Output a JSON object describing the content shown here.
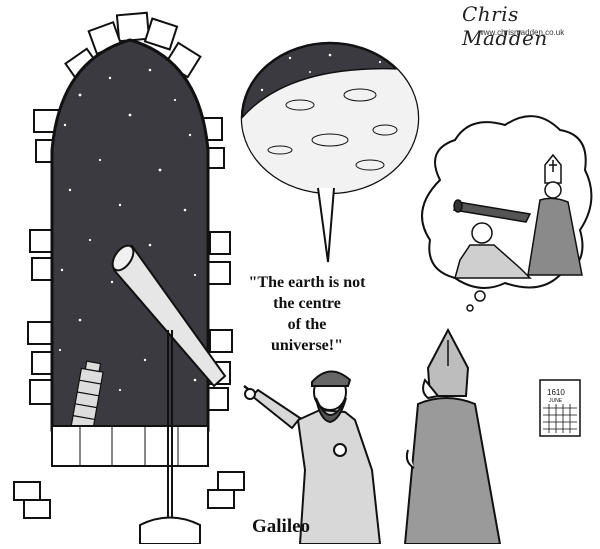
{
  "artist": {
    "signature": "Chris Madden",
    "website": "www.chrismadden.co.uk"
  },
  "speech": {
    "lines": [
      "\"The earth is not",
      "the centre",
      "of the",
      "universe!\""
    ]
  },
  "caption": "Galileo",
  "calendar": {
    "year": "1610",
    "month": "JUNE"
  }
}
